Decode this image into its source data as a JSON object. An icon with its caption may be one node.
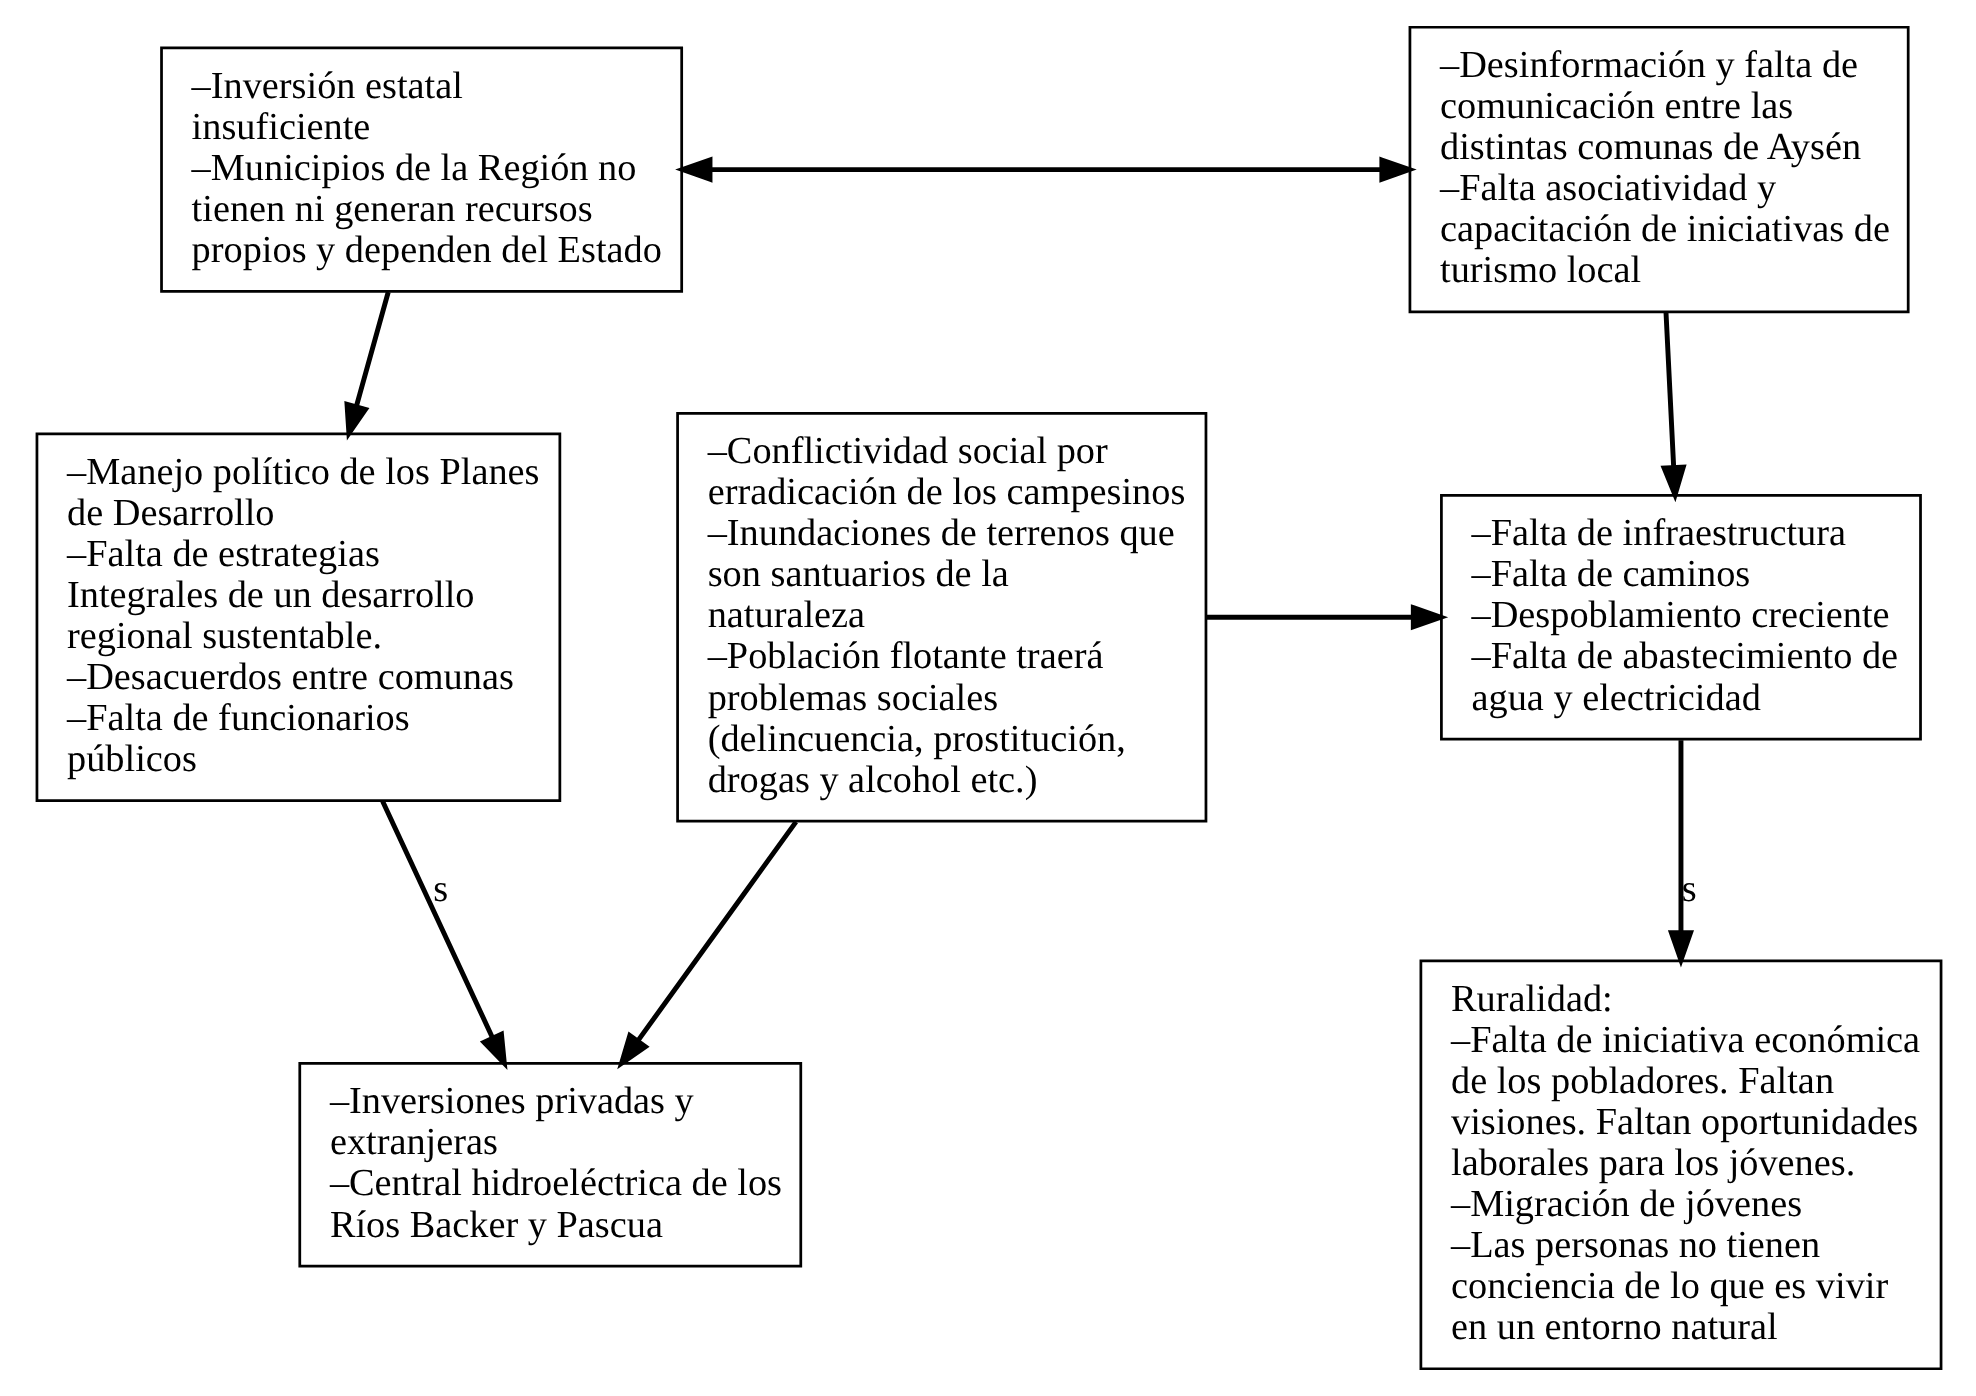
{
  "diagram": {
    "nodes": [
      {
        "text": [
          "–Inversión estatal insuficiente",
          "–Municipios de la Región no tienen ni generan recursos propios y dependen del Estado"
        ]
      },
      {
        "text": [
          "–Desinformación y falta de comunicación entre las distintas comunas de Aysén",
          "–Falta asociatividad y capacitación de iniciativas de turismo local"
        ]
      },
      {
        "text": [
          "–Manejo político de los Planes de Desarrollo",
          "–Falta de estrategias Integrales de un desarrollo regional sustentable.",
          "–Desacuerdos entre comunas",
          "–Falta de funcionarios públicos"
        ]
      },
      {
        "text": [
          "–Conflictividad social por erradicación de los campesinos",
          "–Inundaciones de terrenos que son santuarios de la naturaleza",
          "–Población flotante traerá problemas sociales (delincuencia, prostitución, drogas y alcohol etc.)"
        ]
      },
      {
        "text": [
          "–Falta de infraestructura",
          "–Falta de caminos",
          "–Despoblamiento creciente",
          "–Falta de abastecimiento de agua y electricidad"
        ]
      },
      {
        "text": [
          "–Inversiones privadas y extranjeras",
          "–Central hidroeléctrica de los Ríos Backer y Pascua"
        ]
      },
      {
        "text": [
          "Ruralidad:",
          "–Falta de iniciativa económica de los pobladores. Faltan visiones. Faltan oportunidades laborales para los jóvenes.",
          "–Migración de jóvenes",
          "–Las personas no tienen conciencia de lo que es vivir en un entorno natural"
        ]
      }
    ],
    "edges": [
      {
        "from": 0,
        "to": 1,
        "arrow": "both"
      },
      {
        "from": 0,
        "to": 2,
        "arrow": "to"
      },
      {
        "from": 1,
        "to": 4,
        "arrow": "to"
      },
      {
        "from": 2,
        "to": 5,
        "arrow": "to",
        "label": "s"
      },
      {
        "from": 4,
        "to": 6,
        "arrow": "to",
        "label": "s"
      },
      {
        "from": 3,
        "to": 4,
        "arrow": "to"
      },
      {
        "from": 3,
        "to": 5,
        "arrow": "to"
      }
    ]
  }
}
